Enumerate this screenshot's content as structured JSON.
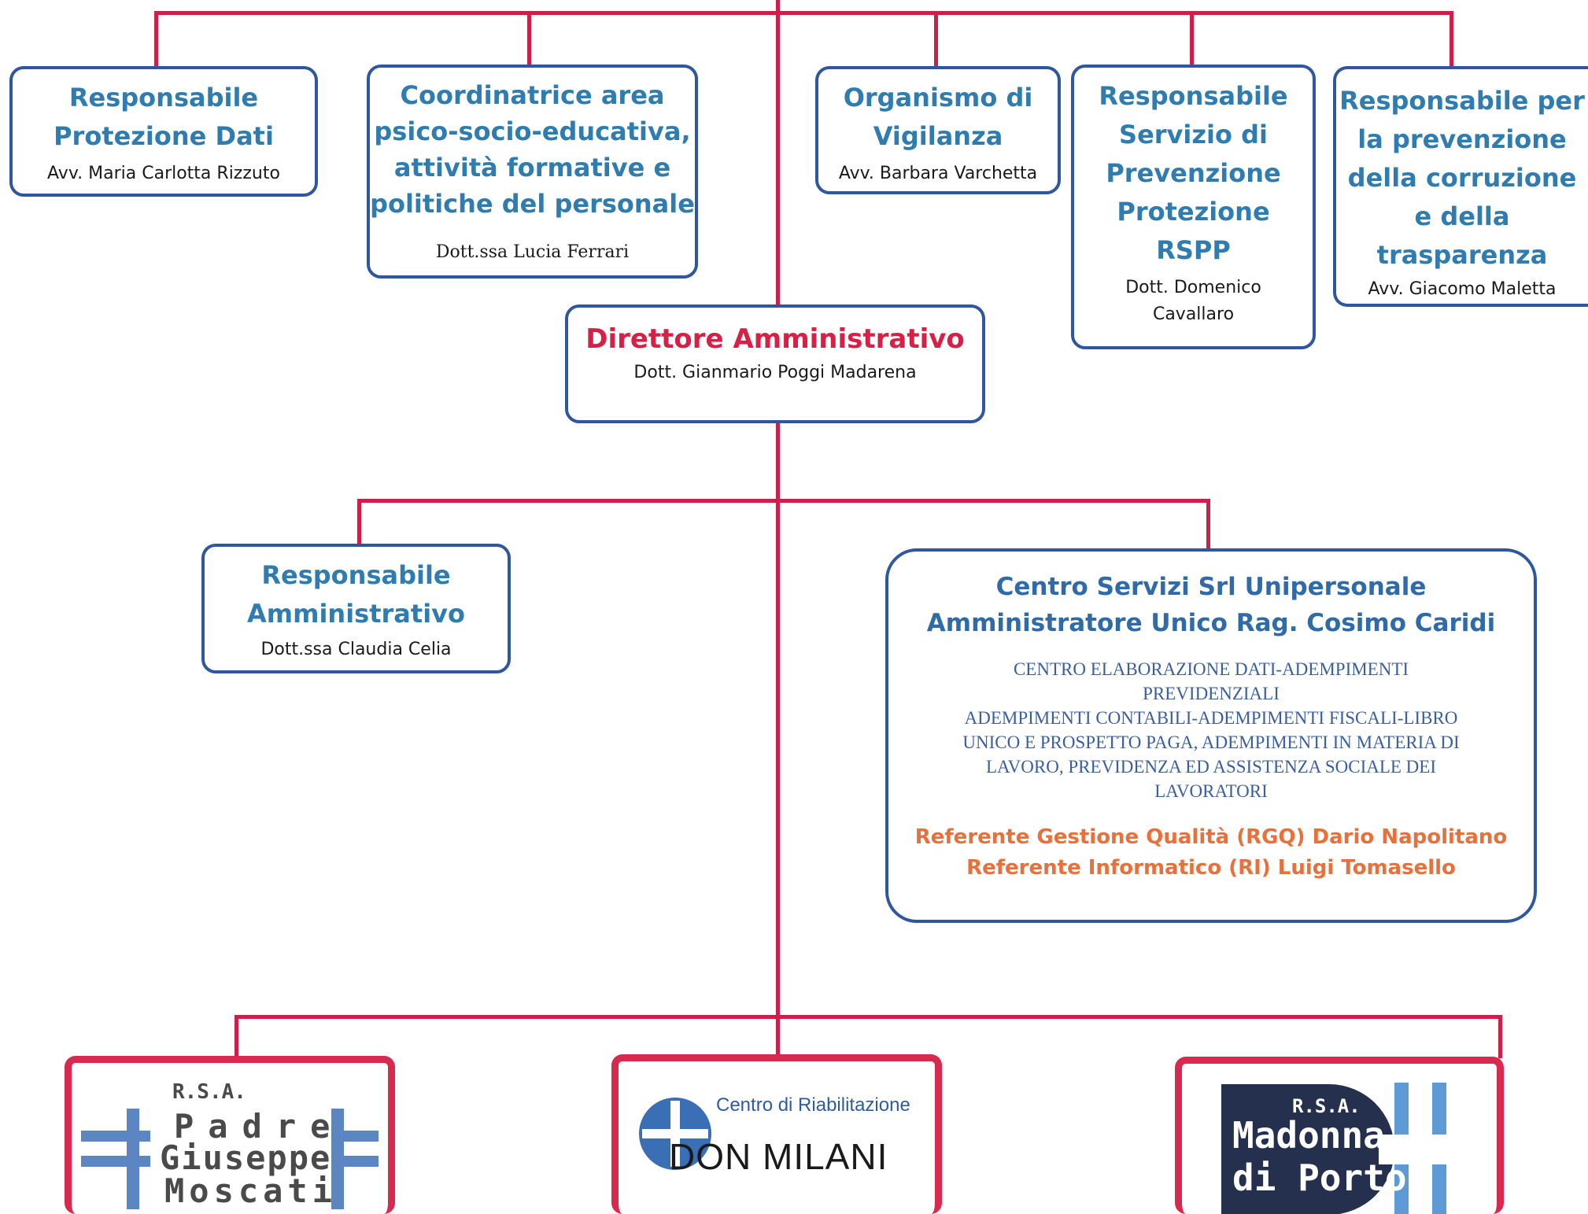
{
  "colors": {
    "connector": "#cc1f4a",
    "box_border": "#2f56a0",
    "title_blue": "#2f7cb0",
    "director_red": "#d81f45",
    "reference_orange": "#e8703a",
    "logo_border": "#d8294e"
  },
  "top_row": [
    {
      "title_lines": [
        "Responsabile",
        "Protezione Dati"
      ],
      "person_lines": [
        "Avv. Maria Carlotta Rizzuto"
      ]
    },
    {
      "title_lines": [
        "Coordinatrice area",
        "psico-socio-educativa,",
        "attività formative e",
        "politiche del personale"
      ],
      "person_lines": [
        "Dott.ssa Lucia Ferrari"
      ]
    },
    {
      "title_lines": [
        "Organismo di",
        "Vigilanza"
      ],
      "person_lines": [
        "Avv. Barbara Varchetta"
      ]
    },
    {
      "title_lines": [
        "Responsabile",
        "Servizio di",
        "Prevenzione",
        "Protezione",
        "RSPP"
      ],
      "person_lines": [
        "Dott. Domenico",
        "Cavallaro"
      ]
    },
    {
      "title_lines": [
        "Responsabile per",
        "la prevenzione",
        "della corruzione",
        "e della",
        "trasparenza"
      ],
      "person_lines": [
        "Avv. Giacomo Maletta"
      ]
    }
  ],
  "director": {
    "title": "Direttore Amministrativo",
    "person": "Dott. Gianmario Poggi Madarena"
  },
  "admin": {
    "title_lines": [
      "Responsabile",
      "Amministrativo"
    ],
    "person": "Dott.ssa Claudia Celia"
  },
  "centro_servizi": {
    "title_lines": [
      "Centro Servizi Srl Unipersonale",
      "Amministratore Unico Rag. Cosimo Caridi"
    ],
    "desc_lines": [
      "CENTRO ELABORAZIONE DATI-ADEMPIMENTI",
      "PREVIDENZIALI",
      "ADEMPIMENTI CONTABILI-ADEMPIMENTI FISCALI-LIBRO",
      "UNICO E PROSPETTO PAGA, ADEMPIMENTI IN MATERIA DI",
      "LAVORO, PREVIDENZA ED ASSISTENZA SOCIALE DEI",
      "LAVORATORI"
    ],
    "references": [
      "Referente Gestione Qualità (RGQ) Dario Napolitano",
      "Referente Informatico (RI) Luigi Tomasello"
    ]
  },
  "facilities": [
    {
      "logo_lines": [
        "R.S.A.",
        "Padre",
        "Giuseppe",
        "Moscati"
      ]
    },
    {
      "logo_lines": [
        "Centro di Riabilitazione",
        "DON MILANI"
      ]
    },
    {
      "logo_lines": [
        "R.S.A.",
        "Madonna",
        "di Porto"
      ]
    }
  ]
}
